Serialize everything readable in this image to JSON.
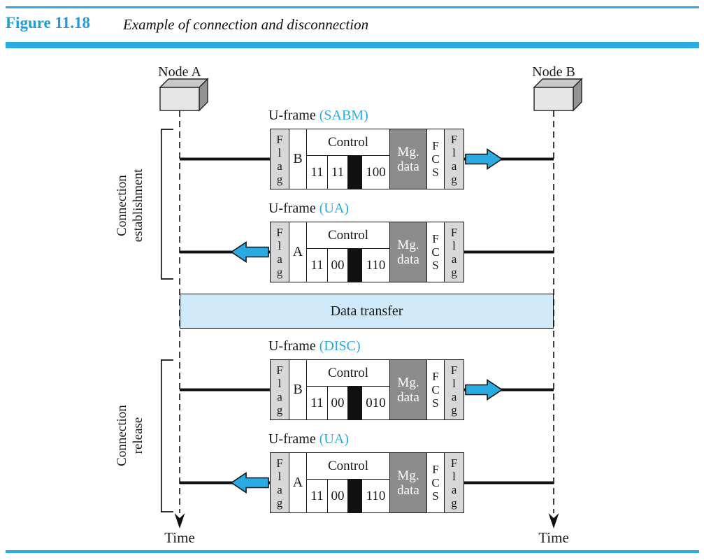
{
  "figure": {
    "label": "Figure 11.18",
    "caption": "Example of connection and disconnection"
  },
  "nodes": {
    "left": "Node A",
    "right": "Node B"
  },
  "phases": {
    "establishment": {
      "line1": "Connection",
      "line2": "establishment"
    },
    "release": {
      "line1": "Connection",
      "line2": "release"
    }
  },
  "band": {
    "label": "Data transfer"
  },
  "timeline": {
    "left_label": "Time",
    "right_label": "Time"
  },
  "frame_fields": {
    "flag": "Flag",
    "control": "Control",
    "fcs": "FCS",
    "mg_line1": "Mg.",
    "mg_line2": "data"
  },
  "frames": [
    {
      "name": "U-frame",
      "type": "(SABM)",
      "address": "B",
      "bits": [
        "11",
        "11",
        "100"
      ],
      "direction": "right"
    },
    {
      "name": "U-frame",
      "type": "(UA)",
      "address": "A",
      "bits": [
        "11",
        "00",
        "110"
      ],
      "direction": "left"
    },
    {
      "name": "U-frame",
      "type": "(DISC)",
      "address": "B",
      "bits": [
        "11",
        "00",
        "010"
      ],
      "direction": "right"
    },
    {
      "name": "U-frame",
      "type": "(UA)",
      "address": "A",
      "bits": [
        "11",
        "00",
        "110"
      ],
      "direction": "left"
    }
  ],
  "colors": {
    "accent_blue": "#29abe2",
    "figure_label_blue": "#1f9cd9",
    "flag_gray": "#d8d8d8",
    "mg_data_gray": "#8c8c8c",
    "band_blue": "#cfe9f9",
    "line_black": "#1a1a1a"
  }
}
